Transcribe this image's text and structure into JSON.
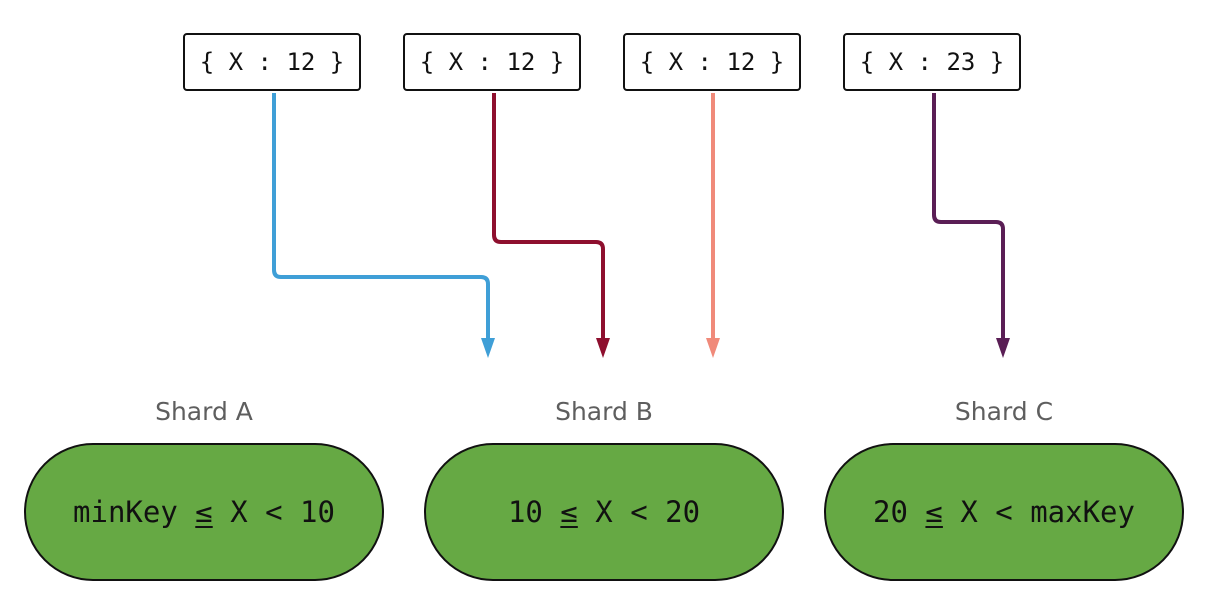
{
  "documents": [
    {
      "text": "{ X : 12 }"
    },
    {
      "text": "{ X : 12 }"
    },
    {
      "text": "{ X : 12 }"
    },
    {
      "text": "{ X : 23 }"
    }
  ],
  "arrow_colors": [
    "#3f9fd7",
    "#8e0f2e",
    "#f08a7a",
    "#5a1e55"
  ],
  "shards": [
    {
      "label": "Shard A",
      "range_left": "minKey ",
      "range_op": "≤",
      "range_right": " X < 10",
      "color": "#66a944"
    },
    {
      "label": "Shard B",
      "range_left": "10 ",
      "range_op": "≤",
      "range_right": " X < 20",
      "color": "#66a944"
    },
    {
      "label": "Shard C",
      "range_left": "20 ",
      "range_op": "≤",
      "range_right": " X < maxKey",
      "color": "#66a944"
    }
  ]
}
